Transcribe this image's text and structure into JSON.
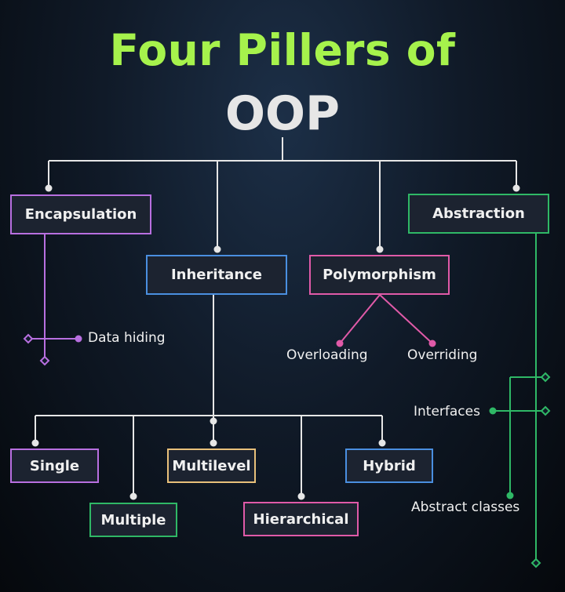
{
  "title": {
    "line1": "Four Pillers of",
    "line2": "OOP"
  },
  "pillars": {
    "encapsulation": "Encapsulation",
    "inheritance": "Inheritance",
    "polymorphism": "Polymorphism",
    "abstraction": "Abstraction"
  },
  "encapsulation_items": [
    "Data hiding"
  ],
  "polymorphism_items": [
    "Overloading",
    "Overriding"
  ],
  "inheritance_types": [
    "Single",
    "Multiple",
    "Multilevel",
    "Hierarchical",
    "Hybrid"
  ],
  "abstraction_items": [
    "Interfaces",
    "Abstract classes"
  ],
  "colors": {
    "title_green": "#a6f24c",
    "title_white": "#e6e6e6",
    "connector": "#e6e6e6",
    "purple": "#b86fe0",
    "blue": "#4a8fe0",
    "pink": "#e05aa8",
    "green": "#2fb866",
    "yellow": "#e8c07a"
  }
}
